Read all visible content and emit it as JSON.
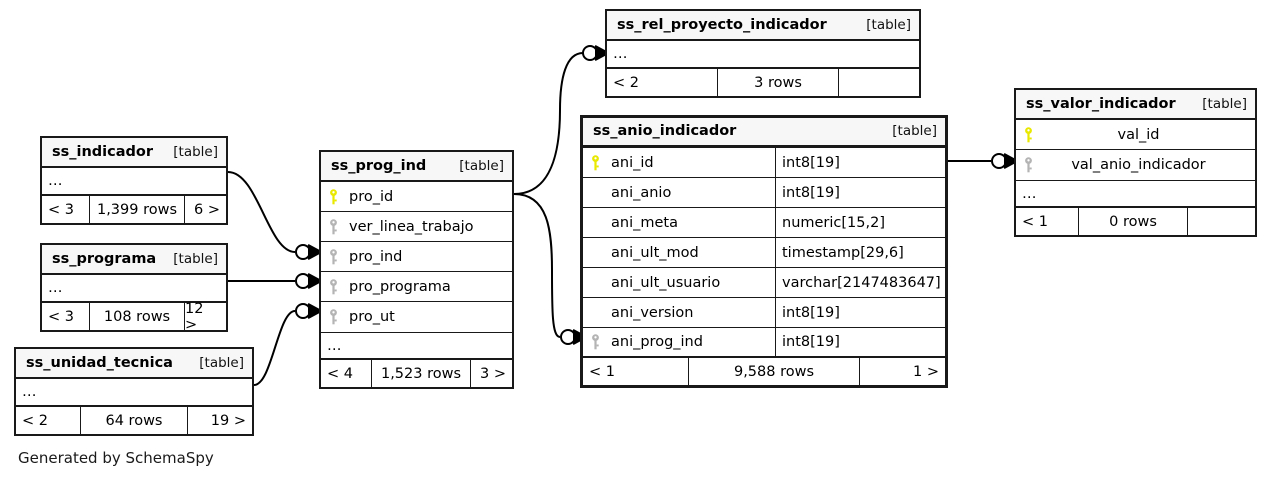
{
  "diagram": {
    "type": "entity-relationship",
    "generator_note": "Generated by SchemaSpy",
    "table_tag": "[table]",
    "ellipsis": "…",
    "colors": {
      "primary_key": "#e8e800",
      "foreign_key": "#b4b4b4",
      "border": "#191919",
      "header_bg": "#f7f7f7",
      "background": "#ffffff"
    }
  },
  "tables": [
    {
      "id": "ss_rel_proyecto_indicador",
      "name": "ss_rel_proyecto_indicador",
      "tag": "[table]",
      "columns": [],
      "has_ellipsis": true,
      "footer": {
        "left": "< 2",
        "middle": "3 rows",
        "right": ""
      }
    },
    {
      "id": "ss_indicador",
      "name": "ss_indicador",
      "tag": "[table]",
      "columns": [],
      "has_ellipsis": true,
      "footer": {
        "left": "< 3",
        "middle": "1,399 rows",
        "right": "6 >"
      }
    },
    {
      "id": "ss_programa",
      "name": "ss_programa",
      "tag": "[table]",
      "columns": [],
      "has_ellipsis": true,
      "footer": {
        "left": "< 3",
        "middle": "108 rows",
        "right": "12 >"
      }
    },
    {
      "id": "ss_unidad_tecnica",
      "name": "ss_unidad_tecnica",
      "tag": "[table]",
      "columns": [],
      "has_ellipsis": true,
      "footer": {
        "left": "< 2",
        "middle": "64 rows",
        "right": "19 >"
      }
    },
    {
      "id": "ss_prog_ind",
      "name": "ss_prog_ind",
      "tag": "[table]",
      "columns": [
        {
          "name": "pro_id",
          "type": "",
          "key": "primary"
        },
        {
          "name": "ver_linea_trabajo",
          "type": "",
          "key": "foreign"
        },
        {
          "name": "pro_ind",
          "type": "",
          "key": "foreign"
        },
        {
          "name": "pro_programa",
          "type": "",
          "key": "foreign"
        },
        {
          "name": "pro_ut",
          "type": "",
          "key": "foreign"
        }
      ],
      "has_ellipsis": true,
      "footer": {
        "left": "< 4",
        "middle": "1,523 rows",
        "right": "3 >"
      }
    },
    {
      "id": "ss_anio_indicador",
      "name": "ss_anio_indicador",
      "tag": "[table]",
      "columns": [
        {
          "name": "ani_id",
          "type": "int8[19]",
          "key": "primary"
        },
        {
          "name": "ani_anio",
          "type": "int8[19]",
          "key": "none"
        },
        {
          "name": "ani_meta",
          "type": "numeric[15,2]",
          "key": "none"
        },
        {
          "name": "ani_ult_mod",
          "type": "timestamp[29,6]",
          "key": "none"
        },
        {
          "name": "ani_ult_usuario",
          "type": "varchar[2147483647]",
          "key": "none"
        },
        {
          "name": "ani_version",
          "type": "int8[19]",
          "key": "none"
        },
        {
          "name": "ani_prog_ind",
          "type": "int8[19]",
          "key": "foreign"
        }
      ],
      "has_ellipsis": false,
      "footer": {
        "left": "< 1",
        "middle": "9,588 rows",
        "right": "1 >"
      }
    },
    {
      "id": "ss_valor_indicador",
      "name": "ss_valor_indicador",
      "tag": "[table]",
      "columns": [
        {
          "name": "val_id",
          "type": "",
          "key": "primary"
        },
        {
          "name": "val_anio_indicador",
          "type": "",
          "key": "foreign"
        }
      ],
      "has_ellipsis": true,
      "footer": {
        "left": "< 1",
        "middle": "0 rows",
        "right": ""
      }
    }
  ],
  "relationships": [
    {
      "from": "ss_prog_ind.pro_id",
      "to": "ss_rel_proyecto_indicador",
      "cardinality": "zero-or-more"
    },
    {
      "from": "ss_prog_ind.pro_id",
      "to": "ss_anio_indicador.ani_prog_ind",
      "cardinality": "zero-or-more"
    },
    {
      "from": "ss_indicador",
      "to": "ss_prog_ind.pro_ind",
      "cardinality": "zero-or-more"
    },
    {
      "from": "ss_programa",
      "to": "ss_prog_ind.pro_programa",
      "cardinality": "zero-or-more"
    },
    {
      "from": "ss_unidad_tecnica",
      "to": "ss_prog_ind.pro_ut",
      "cardinality": "zero-or-more"
    },
    {
      "from": "ss_anio_indicador.ani_id",
      "to": "ss_valor_indicador.val_anio_indicador",
      "cardinality": "zero-or-more"
    }
  ]
}
